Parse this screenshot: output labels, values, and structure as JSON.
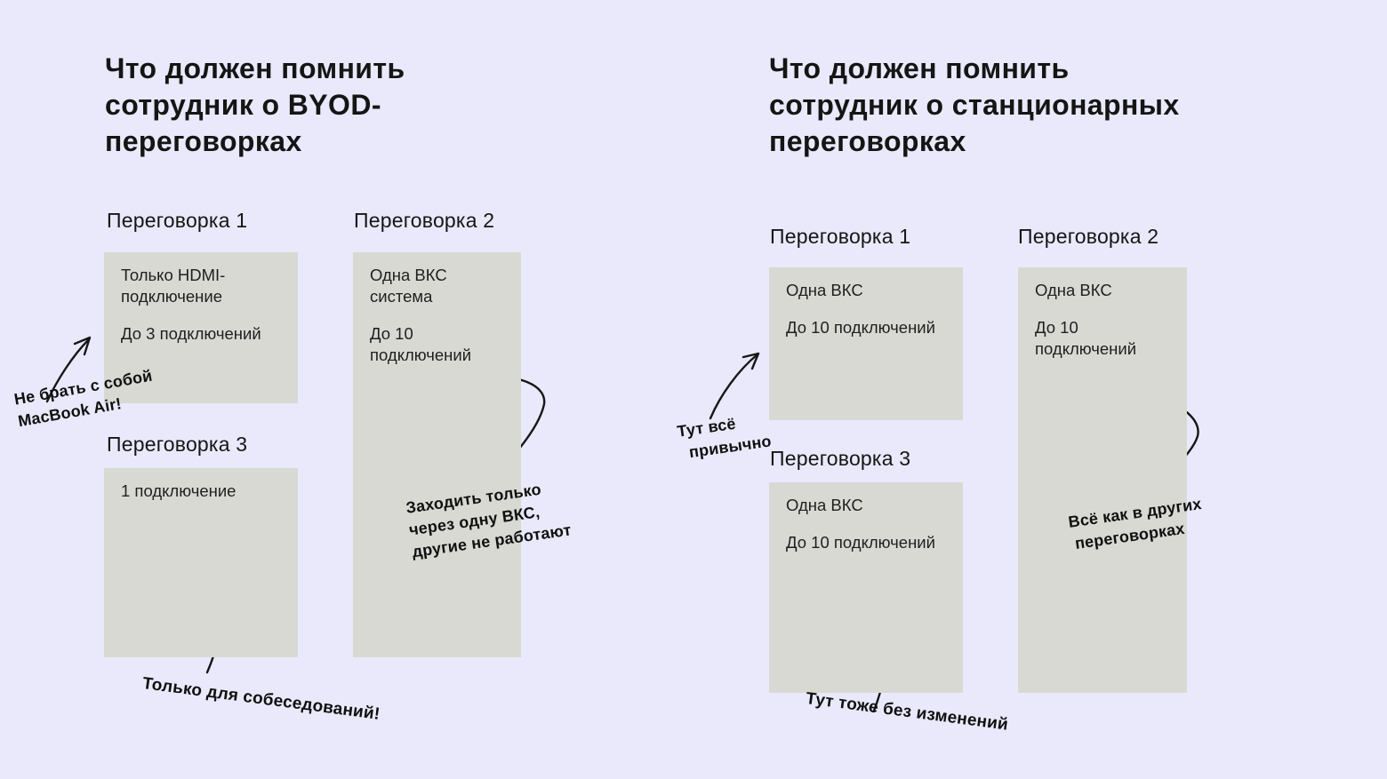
{
  "colors": {
    "background": "#e9e9fb",
    "box": "#d9d9d4",
    "ink": "#151515"
  },
  "left": {
    "title": {
      "line1": "Что должен помнить",
      "line2": "сотрудник о BYOD-",
      "line3": "переговорках"
    },
    "room1": {
      "label": "Переговорка 1",
      "p1": "Только HDMI-подключение",
      "p2": "До 3 подключений"
    },
    "room2": {
      "label": "Переговорка 2",
      "p1": "Одна ВКС система",
      "p2": "До 10 подключений"
    },
    "room3": {
      "label": "Переговорка 3",
      "p1": "1 подключение"
    },
    "note1": {
      "line1": "Не брать с собой",
      "line2": "MacBook Air!"
    },
    "note2": {
      "line1": "Заходить только",
      "line2": "через одну ВКС,",
      "line3": "другие не работают"
    },
    "note3": {
      "line1": "Только для собеседований!"
    }
  },
  "right": {
    "title": {
      "line1": "Что должен помнить",
      "line2": "сотрудник о станционарных",
      "line3": "переговорках"
    },
    "room1": {
      "label": "Переговорка 1",
      "p1": "Одна ВКС",
      "p2": "До 10 подключений"
    },
    "room2": {
      "label": "Переговорка 2",
      "p1": "Одна ВКС",
      "p2": "До 10 подключений"
    },
    "room3": {
      "label": "Переговорка 3",
      "p1": "Одна ВКС",
      "p2": "До 10 подключений"
    },
    "note1": {
      "line1": "Тут всё",
      "line2": "привычно"
    },
    "note2": {
      "line1": "Всё как в других",
      "line2": "переговорках"
    },
    "note3": {
      "line1": "Тут тоже без изменений"
    }
  }
}
